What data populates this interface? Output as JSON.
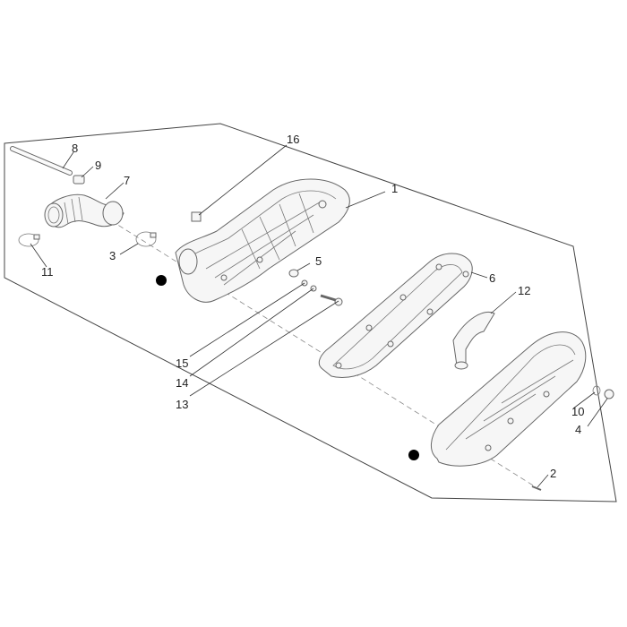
{
  "callouts": [
    {
      "id": "c1",
      "label": "1"
    },
    {
      "id": "c2",
      "label": "2"
    },
    {
      "id": "c3",
      "label": "3"
    },
    {
      "id": "c4",
      "label": "4"
    },
    {
      "id": "c5",
      "label": "5"
    },
    {
      "id": "c6",
      "label": "6"
    },
    {
      "id": "c7",
      "label": "7"
    },
    {
      "id": "c8",
      "label": "8"
    },
    {
      "id": "c9",
      "label": "9"
    },
    {
      "id": "c10",
      "label": "10"
    },
    {
      "id": "c11",
      "label": "11"
    },
    {
      "id": "c12",
      "label": "12"
    },
    {
      "id": "c13",
      "label": "13"
    },
    {
      "id": "c14",
      "label": "14"
    },
    {
      "id": "c15",
      "label": "15"
    },
    {
      "id": "c16",
      "label": "16"
    }
  ],
  "colors": {
    "line": "#444444",
    "marker": "#000000",
    "background": "#ffffff"
  }
}
